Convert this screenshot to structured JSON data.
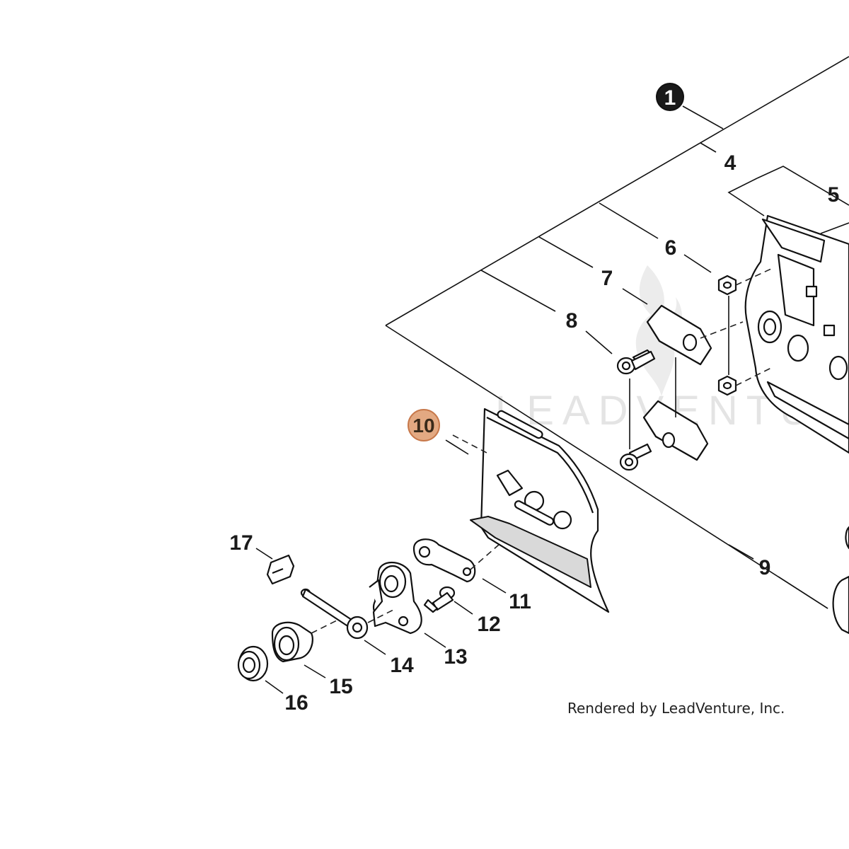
{
  "diagram": {
    "callouts": {
      "c1": "1",
      "c4": "4",
      "c5": "5",
      "c6": "6",
      "c7": "7",
      "c8": "8",
      "c9": "9",
      "c10": "10",
      "c11": "11",
      "c12": "12",
      "c13": "13",
      "c14": "14",
      "c15": "15",
      "c16": "16",
      "c17": "17"
    },
    "highlighted_callout": "10",
    "highlight_color": "#e3a982",
    "highlight_border_color": "#c7784a",
    "watermark_text": "LEADVENTURE",
    "credit": "Rendered by LeadVenture, Inc."
  }
}
